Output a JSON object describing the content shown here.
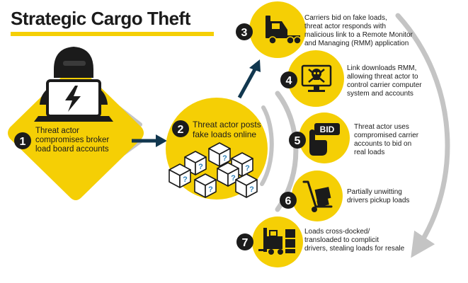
{
  "title": "Strategic Cargo Theft",
  "colors": {
    "yellow": "#f5cf05",
    "dark": "#1b1b1b",
    "navy": "#11374f",
    "gray": "#c4c4c4",
    "box_question": "#2d7fb8"
  },
  "steps": [
    {
      "number": "1",
      "icon": "hacker-laptop-icon",
      "lines": [
        "Threat actor",
        "compromises broker",
        "load board accounts"
      ]
    },
    {
      "number": "2",
      "icon": "boxes-question-icon",
      "lines": [
        "Threat actor posts",
        "fake loads online"
      ]
    },
    {
      "number": "3",
      "icon": "semi-truck-icon",
      "lines": [
        "Carriers bid on fake loads,",
        "threat actor responds with",
        "malicious link to a Remote Monitor",
        "and Managing (RMM) application"
      ]
    },
    {
      "number": "4",
      "icon": "skull-monitor-icon",
      "lines": [
        "Link downloads RMM,",
        "allowing threat actor to",
        "control carrier computer",
        "system and accounts"
      ]
    },
    {
      "number": "5",
      "icon": "bid-hand-icon",
      "badge": "BID",
      "lines": [
        "Threat actor uses",
        "compromised carrier",
        "accounts to bid on",
        "real loads"
      ]
    },
    {
      "number": "6",
      "icon": "hand-truck-icon",
      "lines": [
        "Partially unwitting",
        "drivers pickup loads"
      ]
    },
    {
      "number": "7",
      "icon": "forklift-icon",
      "lines": [
        "Loads cross-docked/",
        "transloaded to complicit",
        "drivers, stealing loads for resale"
      ]
    }
  ]
}
